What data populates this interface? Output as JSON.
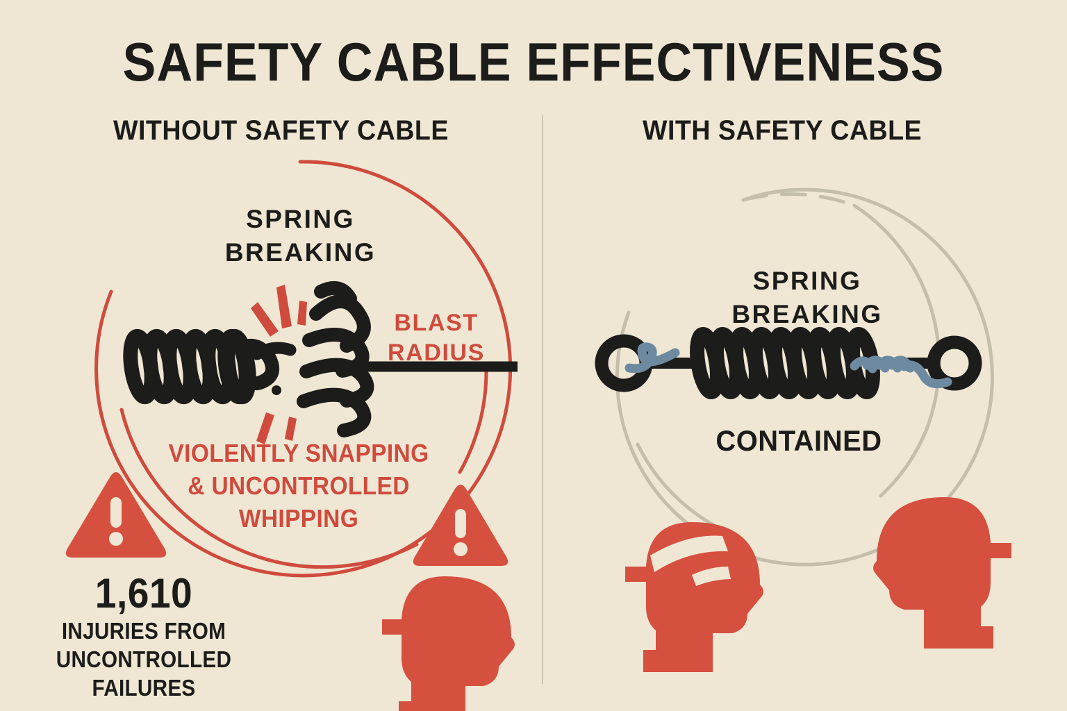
{
  "poster": {
    "title": "SAFETY CABLE EFFECTIVENESS",
    "background_color": "#efe7d4",
    "ink_color": "#1c1c1a",
    "accent_red": "#cf4b3d",
    "accent_blue": "#6d8aa0",
    "muted_grey": "#cdc6b3"
  },
  "left_panel": {
    "header": "WITHOUT SAFETY CABLE",
    "spring_label_line1": "SPRING",
    "spring_label_line2": "BREAKING",
    "blast_label_line1": "BLAST",
    "blast_label_line2": "RADIUS",
    "hazard_line1": "VIOLENTLY SNAPPING",
    "hazard_line2": "& UNCONTROLLED",
    "hazard_line3": "WHIPPING",
    "stat_number": "1,610",
    "stat_caption_line1": "INJURIES FROM",
    "stat_caption_line2": "UNCONTROLLED",
    "stat_caption_line3": "FAILURES",
    "icons": {
      "warning_left": "warning-triangle-icon",
      "warning_right": "warning-triangle-icon",
      "head": "head-silhouette-icon",
      "spring": "broken-spring-icon",
      "sparks": "impact-spark-icon",
      "blast_circle": "blast-radius-circle"
    }
  },
  "right_panel": {
    "header": "WITH SAFETY CABLE",
    "spring_label_line1": "SPRING",
    "spring_label_line2": "BREAKING",
    "status_label": "CONTAINED",
    "icons": {
      "spring": "intact-spring-with-cable-icon",
      "cable": "safety-cable-icon",
      "head_bandaged": "bandaged-head-icon",
      "head_plain": "head-silhouette-icon",
      "containment_circle": "containment-circle-dashed"
    }
  }
}
